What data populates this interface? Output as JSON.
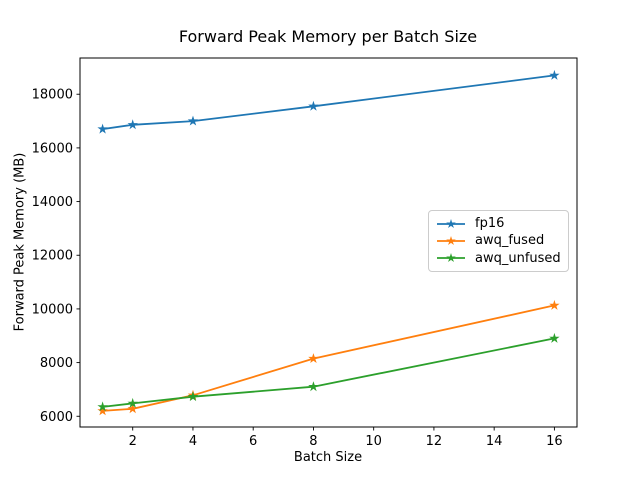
{
  "figure": {
    "background": "#ffffff",
    "text_color": "#000000",
    "spine_color": "#000000"
  },
  "chart_data": {
    "type": "line",
    "title": "Forward Peak Memory per Batch Size",
    "xlabel": "Batch Size",
    "ylabel": "Forward Peak Memory (MB)",
    "x": [
      1,
      2,
      4,
      8,
      16
    ],
    "series": [
      {
        "name": "fp16",
        "color": "#1f77b4",
        "marker": "star",
        "values": [
          16700,
          16860,
          17000,
          17550,
          18700
        ]
      },
      {
        "name": "awq_fused",
        "color": "#ff7f0e",
        "marker": "star",
        "values": [
          6200,
          6280,
          6780,
          8150,
          10130
        ]
      },
      {
        "name": "awq_unfused",
        "color": "#2ca02c",
        "marker": "star",
        "values": [
          6350,
          6480,
          6730,
          7100,
          8900
        ]
      }
    ],
    "xticks": [
      2,
      4,
      6,
      8,
      10,
      12,
      14,
      16
    ],
    "yticks": [
      6000,
      8000,
      10000,
      12000,
      14000,
      16000,
      18000
    ],
    "xlim": [
      0.25,
      16.75
    ],
    "ylim": [
      5600,
      19350
    ],
    "grid": false,
    "legend": {
      "position": "center right",
      "entries": [
        "fp16",
        "awq_fused",
        "awq_unfused"
      ]
    }
  }
}
